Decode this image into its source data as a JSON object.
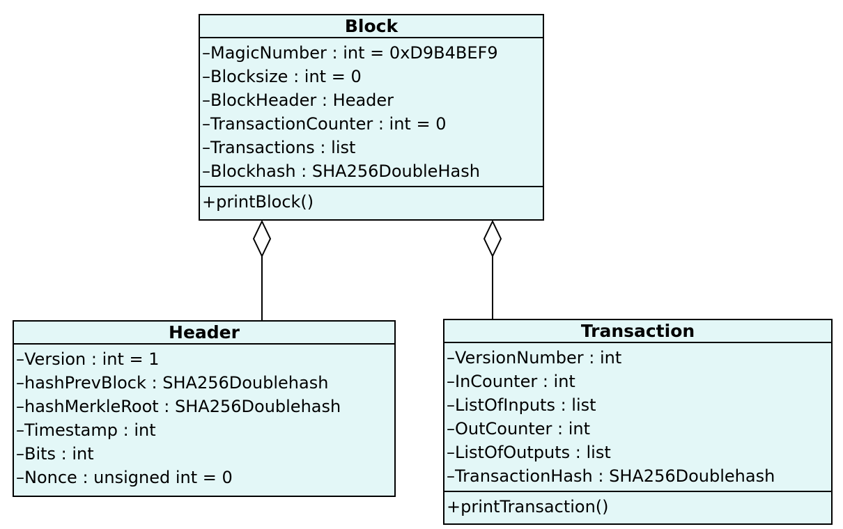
{
  "classes": {
    "block": {
      "name": "Block",
      "attributes": [
        "–MagicNumber : int = 0xD9B4BEF9",
        "–Blocksize : int = 0",
        "–BlockHeader : Header",
        "–TransactionCounter : int = 0",
        "–Transactions : list",
        "–Blockhash : SHA256DoubleHash"
      ],
      "operations": [
        "+printBlock()"
      ]
    },
    "header": {
      "name": "Header",
      "attributes": [
        "–Version : int = 1",
        "–hashPrevBlock : SHA256Doublehash",
        "–hashMerkleRoot : SHA256Doublehash",
        "–Timestamp : int",
        "–Bits : int",
        "–Nonce : unsigned int = 0"
      ],
      "operations": []
    },
    "transaction": {
      "name": "Transaction",
      "attributes": [
        "–VersionNumber : int",
        "–InCounter : int",
        "–ListOfInputs : list",
        "–OutCounter : int",
        "–ListOfOutputs : list",
        "–TransactionHash : SHA256Doublehash"
      ],
      "operations": [
        "+printTransaction()"
      ]
    }
  },
  "relationships": [
    {
      "type": "aggregation",
      "whole": "Block",
      "part": "Header"
    },
    {
      "type": "aggregation",
      "whole": "Block",
      "part": "Transaction"
    }
  ],
  "colors": {
    "class_fill": "#e3f7f7",
    "stroke": "#000000"
  }
}
